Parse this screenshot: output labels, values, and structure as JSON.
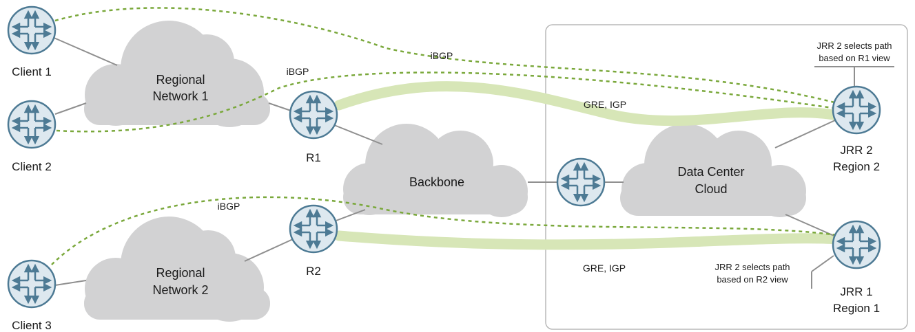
{
  "colors": {
    "router_fill": "#dde8ef",
    "router_stroke": "#4d7a94",
    "cloud": "#d2d2d3",
    "line": "#8f8f8f",
    "ibgp": "#7aa83b",
    "tunnel": "#d7e6b7",
    "box": "#b9b9b9"
  },
  "clients": {
    "c1": "Client 1",
    "c2": "Client 2",
    "c3": "Client 3"
  },
  "routers": {
    "r1": "R1",
    "r2": "R2",
    "jrr2_line1": "JRR 2",
    "jrr2_line2": "Region 2",
    "jrr1_line1": "JRR 1",
    "jrr1_line2": "Region 1"
  },
  "clouds": {
    "rn1_line1": "Regional",
    "rn1_line2": "Network 1",
    "rn2_line1": "Regional",
    "rn2_line2": "Network 2",
    "backbone": "Backbone",
    "dc_line1": "Data Center",
    "dc_line2": "Cloud"
  },
  "links": {
    "ibgp_top": "iBGP",
    "ibgp_mid": "iBGP",
    "ibgp_low": "iBGP",
    "gre_top": "GRE, IGP",
    "gre_low": "GRE, IGP"
  },
  "notes": {
    "top_line1": "JRR 2 selects path",
    "top_line2": "based on R1 view",
    "low_line1": "JRR 2 selects path",
    "low_line2": "based on R2 view"
  },
  "icons": {
    "router": "router-icon",
    "cloud": "cloud-icon"
  }
}
